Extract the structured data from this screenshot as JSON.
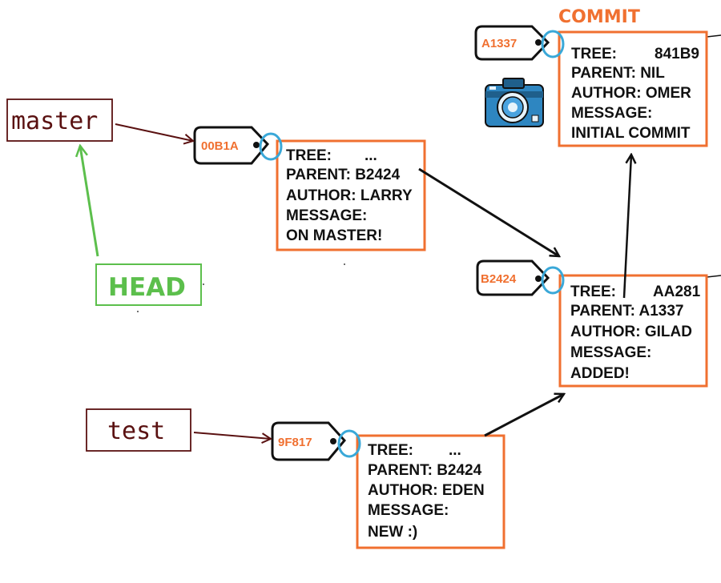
{
  "title": "COMMIT",
  "labels": {
    "master": "master",
    "test": "test",
    "head": "HEAD"
  },
  "commits": [
    {
      "id": "A1337",
      "lines": [
        "TREE:",
        "PARENT: NIL",
        "AUTHOR: OMER",
        "MESSAGE:",
        "INITIAL COMMIT"
      ],
      "tree_value": "841B9"
    },
    {
      "id": "00B1A",
      "lines": [
        "TREE:",
        "PARENT: B2424",
        "AUTHOR: LARRY",
        "MESSAGE:",
        "ON MASTER!"
      ],
      "tree_value": "..."
    },
    {
      "id": "B2424",
      "lines": [
        "TREE:",
        "PARENT: A1337",
        "AUTHOR: GILAD",
        "MESSAGE:",
        "ADDED!"
      ],
      "tree_value": "AA281"
    },
    {
      "id": "9F817",
      "lines": [
        "TREE:",
        "PARENT: B2424",
        "AUTHOR: EDEN",
        "MESSAGE:",
        "NEW :)"
      ],
      "tree_value": "..."
    }
  ],
  "icons": [
    "camera-icon"
  ],
  "colors": {
    "orange": "#f07030",
    "ring": "#3aa8d8",
    "maroon": "#5a1111",
    "green": "#5cbf4c",
    "ink": "#111111"
  }
}
